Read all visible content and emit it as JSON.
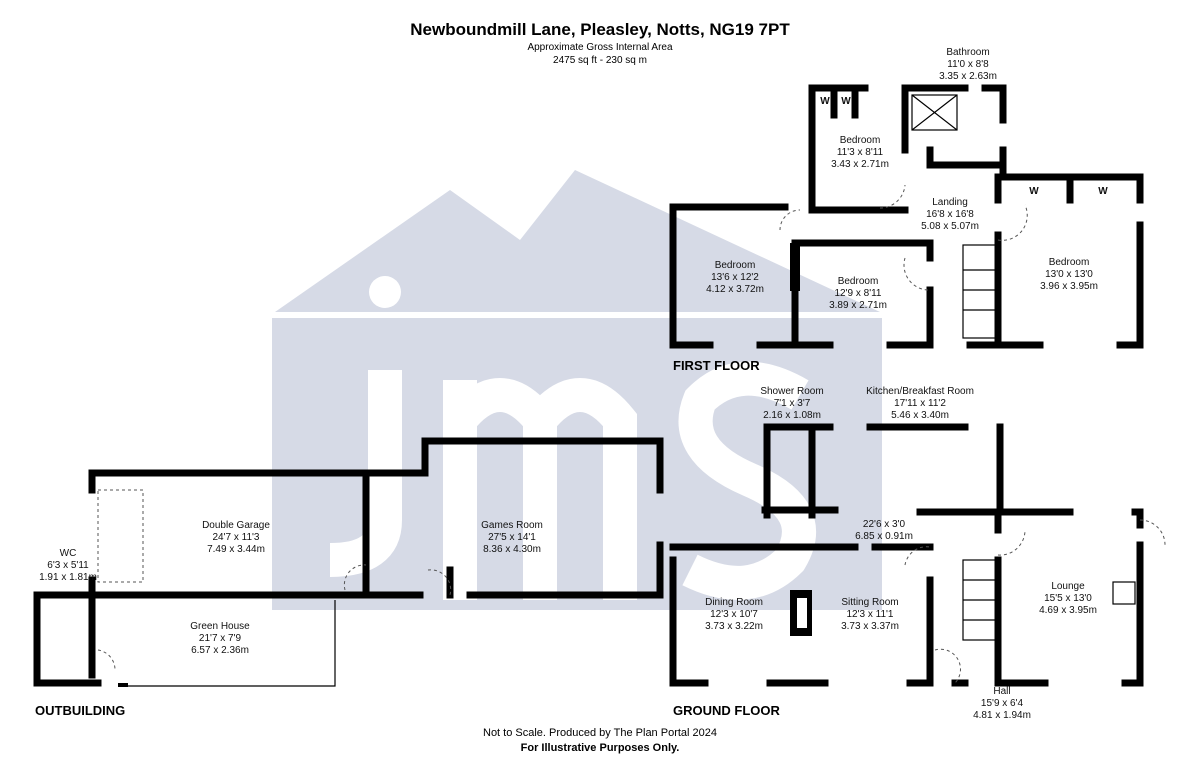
{
  "header": {
    "title": "Newboundmill Lane, Pleasley, Notts, NG19 7PT",
    "subtitle": "Approximate Gross Internal Area",
    "area": "2475 sq ft -  230 sq m"
  },
  "footer": {
    "line1": "Not to Scale. Produced by The Plan Portal 2024",
    "line2": "For Illustrative Purposes Only."
  },
  "watermark": "jms",
  "levels": {
    "first": "FIRST FLOOR",
    "ground": "GROUND FLOOR",
    "outbuilding": "OUTBUILDING"
  },
  "wardrobe_label": "W",
  "rooms": {
    "bathroom": {
      "name": "Bathroom",
      "imperial": "11'0 x 8'8",
      "metric": "3.35 x 2.63m"
    },
    "bedroom1": {
      "name": "Bedroom",
      "imperial": "11'3 x 8'11",
      "metric": "3.43 x 2.71m"
    },
    "landing": {
      "name": "Landing",
      "imperial": "16'8 x 16'8",
      "metric": "5.08 x 5.07m"
    },
    "bedroom2": {
      "name": "Bedroom",
      "imperial": "13'6 x 12'2",
      "metric": "4.12 x 3.72m"
    },
    "bedroom3": {
      "name": "Bedroom",
      "imperial": "12'9 x 8'11",
      "metric": "3.89 x 2.71m"
    },
    "bedroom4": {
      "name": "Bedroom",
      "imperial": "13'0 x 13'0",
      "metric": "3.96 x 3.95m"
    },
    "shower": {
      "name": "Shower Room",
      "imperial": "7'1 x 3'7",
      "metric": "2.16 x 1.08m"
    },
    "kitchen": {
      "name": "Kitchen/Breakfast Room",
      "imperial": "17'11 x 11'2",
      "metric": "5.46 x 3.40m"
    },
    "corridor": {
      "imperial": "22'6 x 3'0",
      "metric": "6.85 x 0.91m"
    },
    "dining": {
      "name": "Dining Room",
      "imperial": "12'3 x 10'7",
      "metric": "3.73 x 3.22m"
    },
    "sitting": {
      "name": "Sitting Room",
      "imperial": "12'3 x 11'1",
      "metric": "3.73 x 3.37m"
    },
    "lounge": {
      "name": "Lounge",
      "imperial": "15'5 x 13'0",
      "metric": "4.69 x 3.95m"
    },
    "hall": {
      "name": "Hall",
      "imperial": "15'9 x 6'4",
      "metric": "4.81 x 1.94m"
    },
    "garage": {
      "name": "Double Garage",
      "imperial": "24'7 x 11'3",
      "metric": "7.49 x 3.44m"
    },
    "games": {
      "name": "Games Room",
      "imperial": "27'5 x 14'1",
      "metric": "8.36 x 4.30m"
    },
    "wc": {
      "name": "WC",
      "imperial": "6'3 x 5'11",
      "metric": "1.91 x 1.81m"
    },
    "greenhouse": {
      "name": "Green House",
      "imperial": "21'7 x 7'9",
      "metric": "6.57 x 2.36m"
    }
  }
}
